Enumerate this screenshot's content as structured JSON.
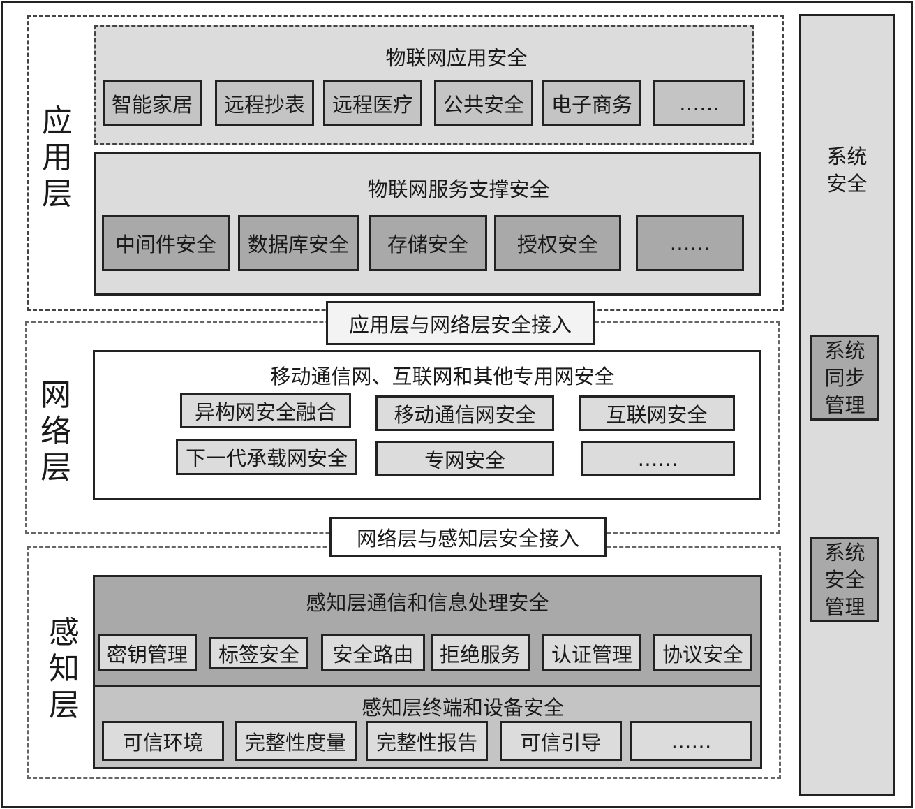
{
  "layers": {
    "application": "应\n用\n层",
    "network": "网\n络\n层",
    "perception": "感\n知\n层"
  },
  "application": {
    "app_security": {
      "title": "物联网应用安全",
      "items": [
        "智能家居",
        "远程抄表",
        "远程医疗",
        "公共安全",
        "电子商务",
        "……"
      ]
    },
    "service_support": {
      "title": "物联网服务支撑安全",
      "items": [
        "中间件安全",
        "数据库安全",
        "存储安全",
        "授权安全",
        "……"
      ]
    }
  },
  "access": {
    "app_network": "应用层与网络层安全接入",
    "network_perception": "网络层与感知层安全接入"
  },
  "network": {
    "title": "移动通信网、互联网和其他专用网安全",
    "items": [
      "异构网安全融合",
      "移动通信网安全",
      "互联网安全",
      "下一代承载网安全",
      "专网安全",
      "……"
    ]
  },
  "perception": {
    "comm": {
      "title": "感知层通信和信息处理安全",
      "items": [
        "密钥管理",
        "标签安全",
        "安全路由",
        "拒绝服务",
        "认证管理",
        "协议安全"
      ]
    },
    "terminal": {
      "title": "感知层终端和设备安全",
      "items": [
        "可信环境",
        "完整性度量",
        "完整性报告",
        "可信引导",
        "……"
      ]
    }
  },
  "system": {
    "title": "系统\n安全",
    "sync_mgmt": "系统\n同步\n管理",
    "security_mgmt": "系统\n安全\n管理"
  }
}
